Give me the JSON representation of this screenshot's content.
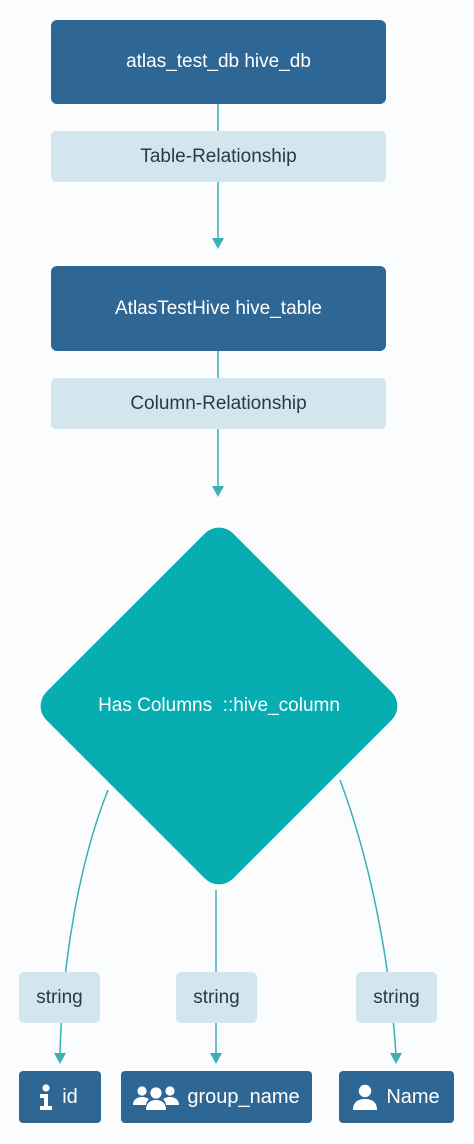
{
  "nodes": {
    "db": {
      "label": "atlas_test_db hive_db"
    },
    "table": {
      "label": "AtlasTestHive hive_table"
    },
    "columns": {
      "label": "Has Columns  ::hive_column"
    }
  },
  "edges": {
    "table_relationship": {
      "label": "Table-Relationship"
    },
    "column_relationship": {
      "label": "Column-Relationship"
    },
    "col1_type": {
      "label": "string"
    },
    "col2_type": {
      "label": "string"
    },
    "col3_type": {
      "label": "string"
    }
  },
  "leaves": [
    {
      "label": "id",
      "icon": "info-icon"
    },
    {
      "label": "group_name",
      "icon": "users-group-icon"
    },
    {
      "label": "Name",
      "icon": "user-icon"
    }
  ],
  "colors": {
    "node": "#2e6694",
    "edge_label_bg": "#d3e6ee",
    "diamond": "#06adb1",
    "connector": "#3ab0b5"
  }
}
